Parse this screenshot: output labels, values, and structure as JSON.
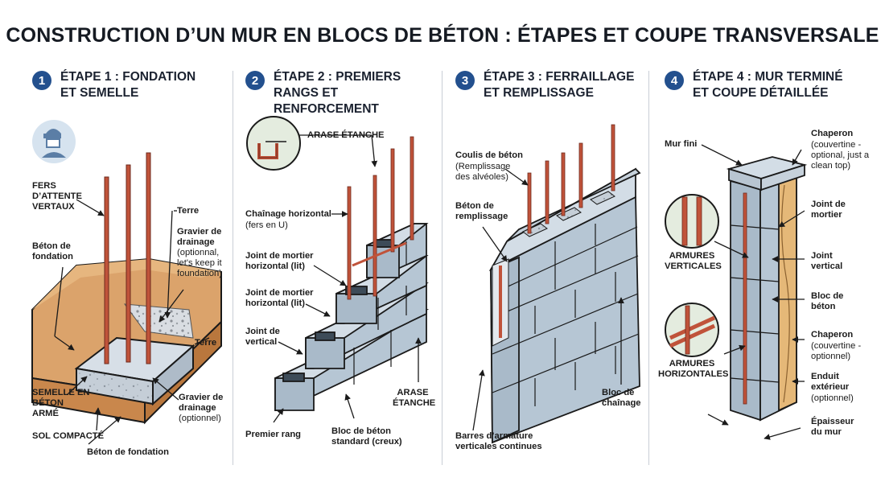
{
  "title": "CONSTRUCTION D’UN MUR EN BLOCS DE BÉTON : ÉTAPES ET COUPE TRANSVERSALE",
  "colors": {
    "badge": "#23508e",
    "rebar": "#c0533a",
    "block": "#b8c8d6",
    "soil": "#d8a064",
    "concrete": "#d3dbe3"
  },
  "steps": [
    {
      "number": "1",
      "title": "ÉTAPE 1 : FONDATION ET SEMELLE",
      "icon": "worker-helmet-icon",
      "labels": {
        "fers": "FERS D’ATTENTE VERTAUX",
        "terre_top": "Terre",
        "gravier_title": "Gravier de drainage",
        "gravier_note": "(optionnal, let's keep it foundation)",
        "beton_fondation_left": "Béton de fondation",
        "terre_right": "Terre",
        "semelle": "SEMELLE EN BÉTON ARMÉ",
        "gravier2_title": "Gravier de drainage",
        "gravier2_note": "(optionnel)",
        "sol": "SOL COMPACTÉ",
        "beton_fondation_bottom": "Béton de fondation"
      }
    },
    {
      "number": "2",
      "title": "ÉTAPE 2 : PREMIERS RANGS ET RENFORCEMENT",
      "labels": {
        "arase_top": "ARASE ÉTANCHE",
        "chainage_title": "Chaînage horizontal",
        "chainage_note": "(fers en U)",
        "joint_lit_1": "Joint de mortier horizontal (lit)",
        "joint_lit_2": "Joint de mortier horizontal (lit)",
        "joint_vertical": "Joint de vertical",
        "arase_bottom": "ARASE ÉTANCHE",
        "premier_rang": "Premier rang",
        "bloc_standard": "Bloc de béton standard (creux)"
      }
    },
    {
      "number": "3",
      "title": "ÉTAPE 3 : FERRAILLAGE ET REMPLISSAGE",
      "labels": {
        "coulis_title": "Coulis de béton",
        "coulis_note": "(Remplissage des alvéoles)",
        "beton_remplissage": "Béton de remplissage",
        "bloc_chainage": "Bloc de chaînage",
        "barres": "Barres d’armature verticales continues"
      }
    },
    {
      "number": "4",
      "title": "ÉTAPE 4 : MUR TERMINÉ ET COUPE DÉTAILLÉE",
      "labels": {
        "mur_fini": "Mur fini",
        "chaperon_top_title": "Chaperon",
        "chaperon_top_note": "(couvertine - optional, just a clean top)",
        "armures_v": "ARMURES VERTICALES",
        "armures_h": "ARMURES HORIZONTALES",
        "joint_mortier": "Joint de mortier",
        "joint_vertical": "Joint vertical",
        "bloc_beton": "Bloc de béton",
        "chaperon_mid_title": "Chaperon",
        "chaperon_mid_note": "(couvertine - optionnel)",
        "enduit_title": "Enduit extérieur",
        "enduit_note": "(optionnel)",
        "epaisseur": "Épaisseur du mur"
      }
    }
  ]
}
